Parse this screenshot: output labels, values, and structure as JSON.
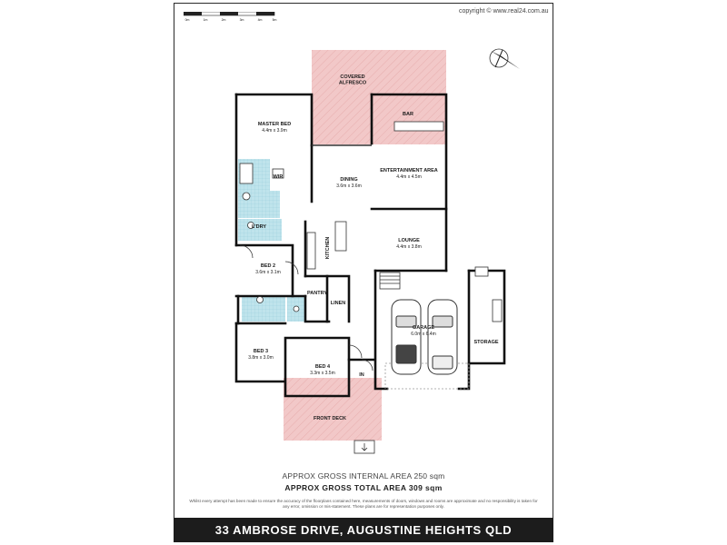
{
  "copyright": "copyright © www.real24.com.au",
  "scale_labels": [
    "0m",
    "1m",
    "2m",
    "3m",
    "4m",
    "5m"
  ],
  "rooms": {
    "covered_alfresco": "COVERED ALFRESCO",
    "bar": "BAR",
    "master_bed": {
      "name": "MASTER BED",
      "dims": "4.4m x 3.9m"
    },
    "wir": "WIR",
    "dining": {
      "name": "DINING",
      "dims": "3.6m x 3.6m"
    },
    "entertainment_area": {
      "name": "ENTERTAINMENT AREA",
      "dims": "4.4m x 4.5m"
    },
    "ldry": "L'DRY",
    "kitchen": "KITCHEN",
    "lounge": {
      "name": "LOUNGE",
      "dims": "4.4m x 3.8m"
    },
    "bed2": {
      "name": "BED 2",
      "dims": "3.6m x 3.1m"
    },
    "pantry": "PANTRY",
    "linen": "LINEN",
    "garage": {
      "name": "GARAGE",
      "dims": "6.0m x 6.4m"
    },
    "storage": "STORAGE",
    "bed3": {
      "name": "BED 3",
      "dims": "3.8m x 3.0m"
    },
    "bed4": {
      "name": "BED 4",
      "dims": "3.3m x 3.5m"
    },
    "in": "IN",
    "front_deck": "FRONT DECK"
  },
  "internal_area": "APPROX GROSS INTERNAL AREA 250 sqm",
  "total_area": "APPROX GROSS TOTAL AREA 309 sqm",
  "disclaimer": "Whilst every attempt has been made to ensure the accuracy of the floorplans contained here, measurements of doors, windows and rooms are approximate and no responsibility is taken for any error, omission or mis-statement. These plans are for representation purposes only.",
  "address": "33 AMBROSE DRIVE, AUGUSTINE HEIGHTS  QLD",
  "colors": {
    "deck": "#f2c8c8",
    "wet_area": "#bfe4ec",
    "wall": "#111111",
    "banner": "#1c1c1c"
  }
}
